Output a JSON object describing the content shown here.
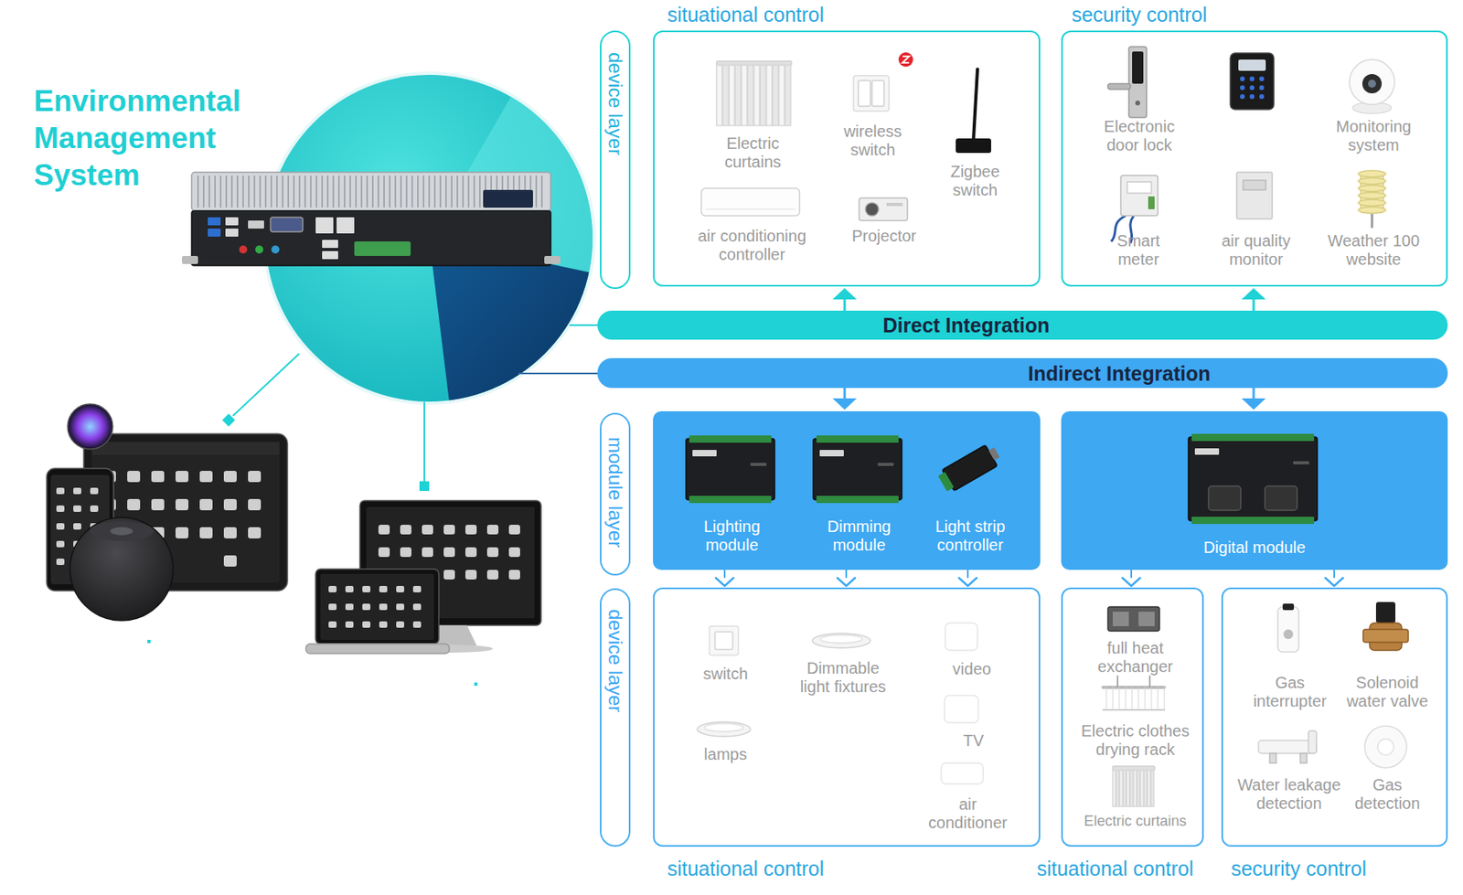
{
  "diagram": {
    "title": "Environmental Management System",
    "nodes": [
      {
        "text": [
          "device layer"
        ]
      },
      {
        "text": [
          "situational control",
          "Electric curtains",
          "wireless switch",
          "Zigbee switch",
          "air conditioning controller",
          "Projector"
        ]
      },
      {
        "text": [
          "security control",
          "Electronic door lock",
          "Monitoring system",
          "Smart meter",
          "air quality monitor",
          "Weather 100 website"
        ]
      },
      {
        "text": [
          "Direct Integration"
        ]
      },
      {
        "text": [
          "Indirect Integration"
        ]
      },
      {
        "text": [
          "module layer"
        ]
      },
      {
        "text": [
          "Lighting module",
          "Dimming module",
          "Light strip controller"
        ]
      },
      {
        "text": [
          "Digital module"
        ]
      },
      {
        "text": [
          "device layer"
        ]
      },
      {
        "text": [
          "switch",
          "Dimmable light fixtures",
          "video",
          "lamps",
          "TV",
          "air conditioner",
          "situational control"
        ]
      },
      {
        "text": [
          "full heat exchanger",
          "Electric clothes drying rack",
          "Electric curtains",
          "situational control"
        ]
      },
      {
        "text": [
          "Gas interrupter",
          "Solenoid water valve",
          "Water leakage detection",
          "Gas detection",
          "security control"
        ]
      }
    ],
    "edges": [
      {
        "from": 3,
        "to": 1,
        "arrow": "to"
      },
      {
        "from": 3,
        "to": 2,
        "arrow": "to"
      },
      {
        "from": 4,
        "to": 6,
        "arrow": "to"
      },
      {
        "from": 4,
        "to": 7,
        "arrow": "to"
      },
      {
        "from": 6,
        "to": 9,
        "arrow": "to"
      },
      {
        "from": 6,
        "to": 9,
        "arrow": "to"
      },
      {
        "from": 6,
        "to": 9,
        "arrow": "to"
      },
      {
        "from": 7,
        "to": 10,
        "arrow": "to"
      },
      {
        "from": 7,
        "to": 11,
        "arrow": "to"
      }
    ]
  }
}
